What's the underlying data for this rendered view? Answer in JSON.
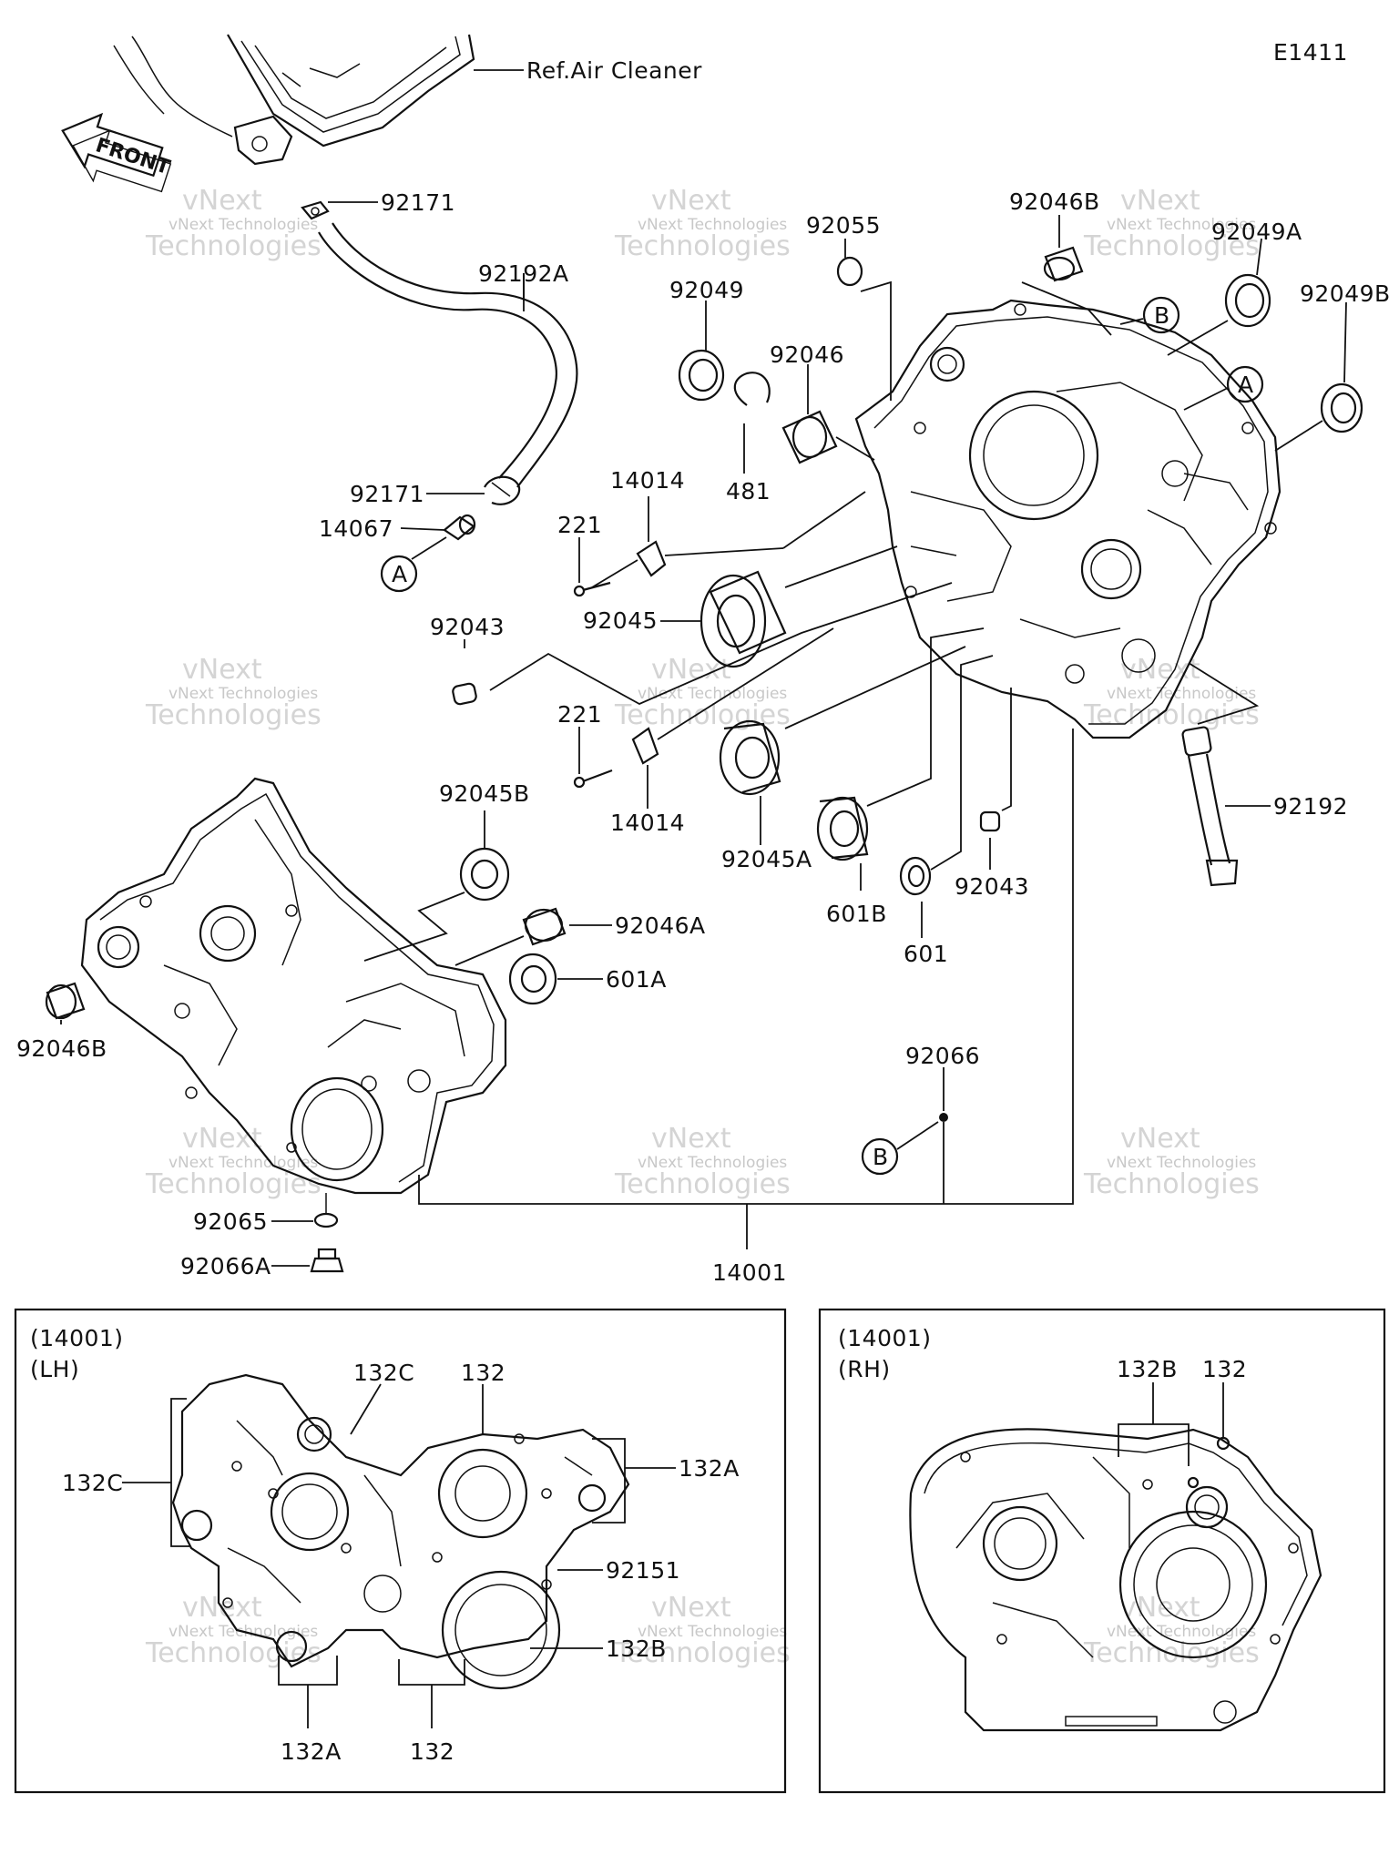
{
  "diagram_code": "E1411",
  "front_label": "FRONT",
  "ref_label": "Ref.Air Cleaner",
  "callouts": {
    "c_92171_top": "92171",
    "c_92192A": "92192A",
    "c_92171_low": "92171",
    "c_14067": "14067",
    "c_A_left": "A",
    "c_92055": "92055",
    "c_92046B_top": "92046B",
    "c_92049A": "92049A",
    "c_92049": "92049",
    "c_92046": "92046",
    "c_B_top": "B",
    "c_A_top": "A",
    "c_92049B": "92049B",
    "c_481": "481",
    "c_14014_top": "14014",
    "c_221_top": "221",
    "c_92045": "92045",
    "c_92043_left": "92043",
    "c_221_low": "221",
    "c_14014_low": "14014",
    "c_92045A": "92045A",
    "c_601B": "601B",
    "c_601": "601",
    "c_92043_right": "92043",
    "c_92192": "92192",
    "c_92045B": "92045B",
    "c_92046A": "92046A",
    "c_601A": "601A",
    "c_92046B_left": "92046B",
    "c_92066": "92066",
    "c_B_mid": "B",
    "c_92065": "92065",
    "c_92066A": "92066A",
    "c_14001": "14001"
  },
  "inset_lh": {
    "ref": "(14001)",
    "side": "(LH)",
    "c_132C_top": "132C",
    "c_132_top": "132",
    "c_132C_left": "132C",
    "c_132A_right": "132A",
    "c_92151": "92151",
    "c_132B": "132B",
    "c_132A_bottom": "132A",
    "c_132_bottom": "132"
  },
  "inset_rh": {
    "ref": "(14001)",
    "side": "(RH)",
    "c_132B": "132B",
    "c_132": "132"
  },
  "watermark": {
    "line1": "vNext",
    "line2": "vNext Technologies",
    "line3": "Technologies"
  }
}
